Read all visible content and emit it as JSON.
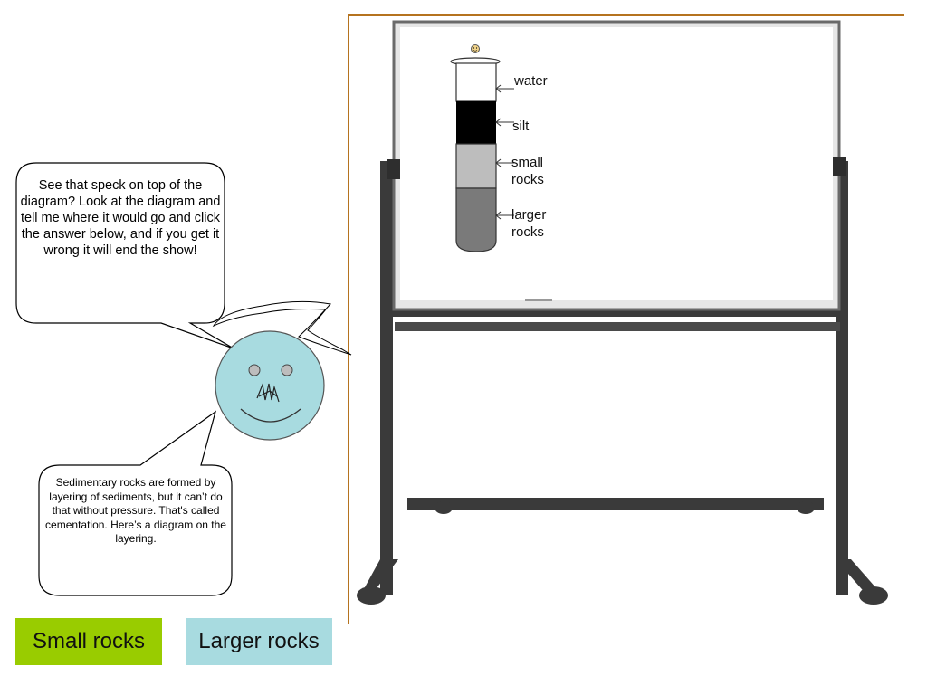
{
  "bubble_top": {
    "text": "See that speck on top of the diagram? Look at the diagram and tell me where it would go  and click the answer below, and if you get it wrong it will end the show!"
  },
  "bubble_bottom": {
    "text": "Sedimentary rocks are formed by layering of sediments, but it can’t do that without pressure. That's called cementation. Here’s a diagram on the layering."
  },
  "diagram": {
    "layers": [
      {
        "name": "water",
        "label": "water",
        "color": "#ffffff"
      },
      {
        "name": "silt",
        "label": "silt",
        "color": "#000000"
      },
      {
        "name": "small-rocks",
        "label": "small rocks",
        "color": "#bdbdbd"
      },
      {
        "name": "larger-rocks",
        "label": "larger rocks",
        "color": "#7a7a7a"
      }
    ]
  },
  "answers": {
    "small_rocks": "Small rocks",
    "larger_rocks": "Larger rocks"
  },
  "colors": {
    "frame_line": "#b5731f",
    "small_rocks_button": "#99cc00",
    "larger_rocks_button": "#a8dbe0",
    "face": "#a8dbe0"
  }
}
